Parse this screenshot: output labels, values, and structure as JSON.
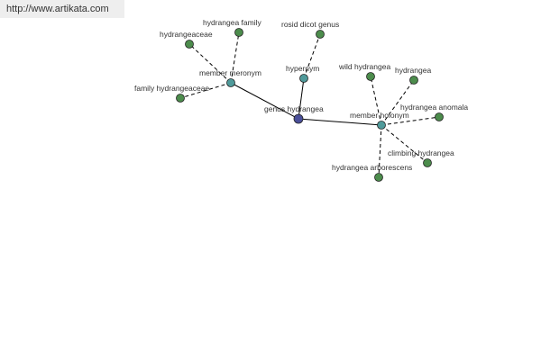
{
  "source": {
    "url_text": "http://www.artikata.com"
  },
  "colors": {
    "center": "#4a4f99",
    "relation": "#4f9a9a",
    "leaf": "#4c8c4c"
  },
  "graph": {
    "center": {
      "id": "genus",
      "label": "genus hydrangea"
    },
    "relations": [
      {
        "id": "meronym",
        "label": "member meronym"
      },
      {
        "id": "hypernym",
        "label": "hypernym"
      },
      {
        "id": "holonym",
        "label": "member holonym"
      }
    ],
    "leaves": [
      {
        "id": "hydrangeaceae",
        "label": "hydrangeaceae",
        "parent": "meronym"
      },
      {
        "id": "hydrangea-family",
        "label": "hydrangea family",
        "parent": "meronym"
      },
      {
        "id": "family-hydrangeaceae",
        "label": "family hydrangeaceae",
        "parent": "meronym"
      },
      {
        "id": "rosid-dicot-genus",
        "label": "rosid dicot genus",
        "parent": "hypernym"
      },
      {
        "id": "wild-hydrangea",
        "label": "wild hydrangea",
        "parent": "holonym"
      },
      {
        "id": "hydrangea",
        "label": "hydrangea",
        "parent": "holonym"
      },
      {
        "id": "hydrangea-anomala",
        "label": "hydrangea anomala",
        "parent": "holonym"
      },
      {
        "id": "climbing-hydrangea",
        "label": "climbing hydrangea",
        "parent": "holonym"
      },
      {
        "id": "hydrangea-arborescens",
        "label": "hydrangea arborescens",
        "parent": "holonym"
      }
    ]
  }
}
